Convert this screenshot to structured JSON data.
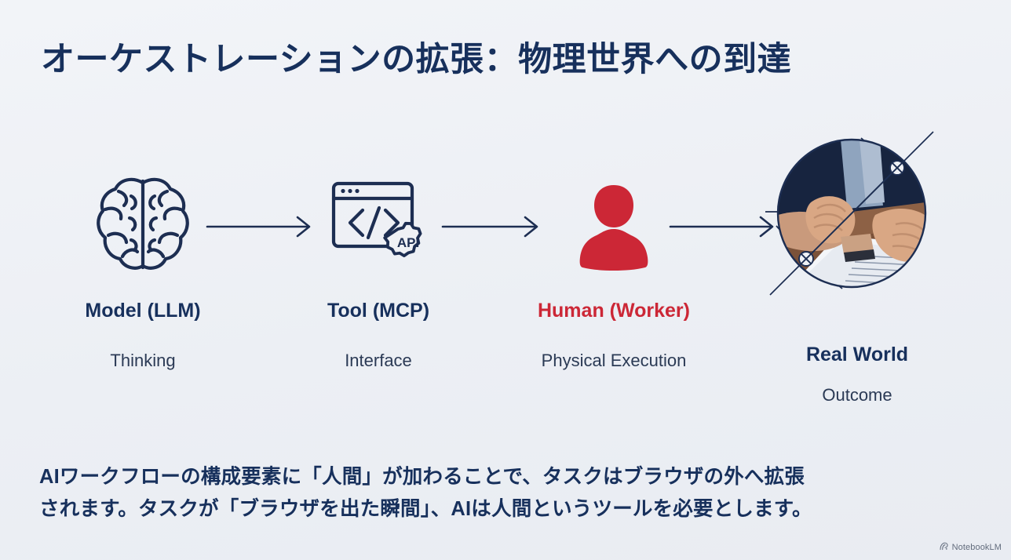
{
  "slide": {
    "title": "オーケストレーションの拡張：物理世界への到達",
    "background_color": "#eff1f5",
    "navy": "#17305c",
    "accent_red": "#cc2736"
  },
  "flow": {
    "nodes": [
      {
        "id": "model",
        "icon": "brain-icon",
        "title": "Model (LLM)",
        "subtitle": "Thinking",
        "title_color": "#17305c"
      },
      {
        "id": "tool",
        "icon": "api-code-window-icon",
        "title": "Tool (MCP)",
        "subtitle": "Interface",
        "title_color": "#17305c",
        "icon_badge_label": "API"
      },
      {
        "id": "human",
        "icon": "person-silhouette-icon",
        "title": "Human (Worker)",
        "subtitle": "Physical Execution",
        "title_color": "#cc2736"
      },
      {
        "id": "real-world",
        "icon": "document-stamp-photo",
        "title": "Real World",
        "subtitle": "Outcome",
        "title_color": "#17305c"
      }
    ],
    "connectors": [
      {
        "id": "arrow-1",
        "from": "model",
        "to": "tool",
        "style": "solid-arrow"
      },
      {
        "id": "arrow-2",
        "from": "tool",
        "to": "human",
        "style": "solid-arrow"
      },
      {
        "id": "arrow-3",
        "from": "human",
        "to": "real-world",
        "style": "solid-arrow"
      }
    ]
  },
  "caption": {
    "line1": "AIワークフローの構成要素に「人間」が加わることで、タスクはブラウザの外へ拡張",
    "line2": "されます。タスクが「ブラウザを出た瞬間」、AIは人間というツールを必要とします。"
  },
  "watermark": {
    "icon": "notebooklm-logo-icon",
    "label": "NotebookLM"
  }
}
